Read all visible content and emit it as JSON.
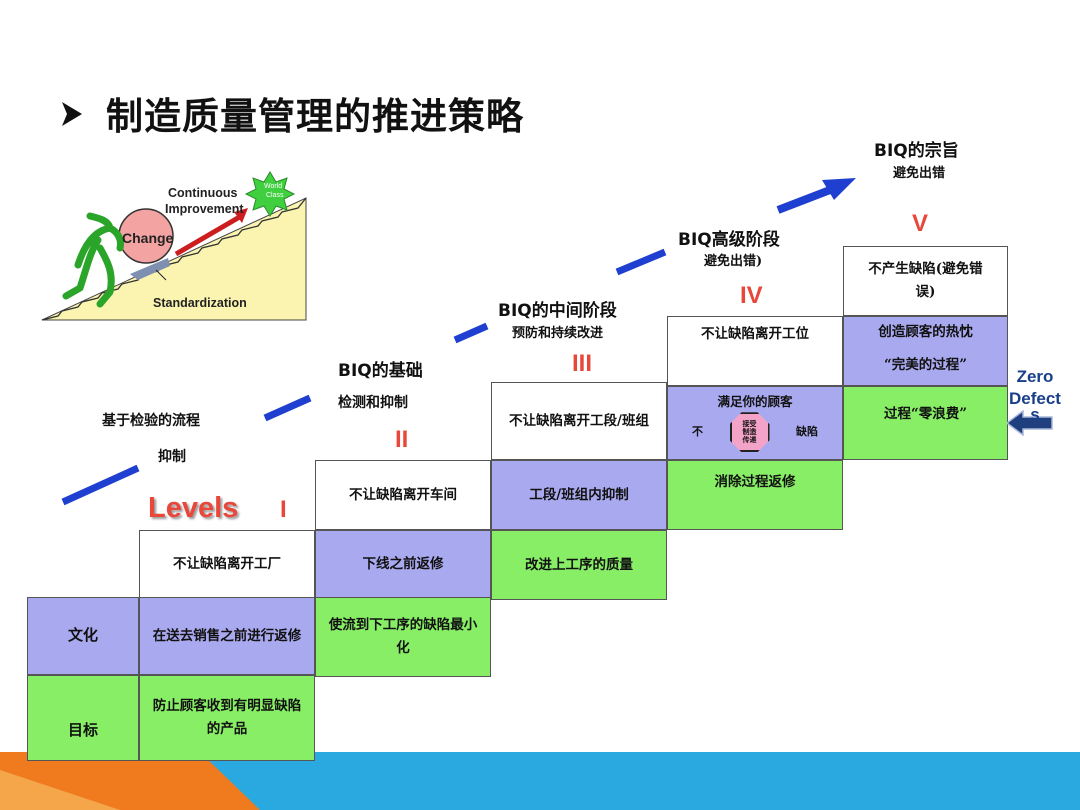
{
  "title": "制造质量管理的推进策略",
  "illustration": {
    "continuous": "Continuous",
    "improvement": "Improvement",
    "change": "Change",
    "standardization": "Standardization",
    "world": "World",
    "class": "Class"
  },
  "levels_label": "Levels",
  "stages": [
    {
      "id": "I",
      "caption1": "基于检验的流程",
      "caption2": "抑制"
    },
    {
      "id": "II",
      "caption1": "BIQ的基础",
      "caption2": "检测和抑制"
    },
    {
      "id": "III",
      "caption1": "BIQ的中间阶段",
      "caption2": "预防和持续改进"
    },
    {
      "id": "IV",
      "caption1": "BIQ高级阶段",
      "caption2": "避免出错)"
    },
    {
      "id": "V",
      "caption1": "BIQ的宗旨",
      "caption2": "避免出错"
    }
  ],
  "row_labels": {
    "culture": "文化",
    "goal": "目标"
  },
  "cells": {
    "c1_top": "不让缺陷离开工厂",
    "c1_mid": "在送去销售之前进行返修",
    "c1_bot": "防止顾客收到有明显缺陷的产品",
    "c2_top": "不让缺陷离开车间",
    "c2_mid": "下线之前返修",
    "c2_bot": "使流到下工序的缺陷最小化",
    "c3_top": "不让缺陷离开工段/班组",
    "c3_mid": "工段/班组内抑制",
    "c3_bot": "改进上工序的质量",
    "c4_top": "不让缺陷离开工位",
    "c4_mid": "满足你的顾客",
    "c4_mid_left": "不",
    "c4_mid_sign": "接受制造传递",
    "c4_mid_right": "缺陷",
    "c4_bot": "消除过程返修",
    "c5_top": "不产生缺陷(避免错误)",
    "c5_mid1": "创造顾客的热忱",
    "c5_mid2": "“完美的过程”",
    "c5_bot": "过程“零浪费”"
  },
  "zero_defect": {
    "line1": "Zero",
    "line2": "Defect",
    "line3": "s"
  },
  "colors": {
    "purple": "#a9a9f0",
    "green": "#88ee66",
    "roman": "#e8483a",
    "arrow": "#1f3fd0",
    "band_blue": "#2aa9e0",
    "band_orange": "#f07a1e"
  }
}
